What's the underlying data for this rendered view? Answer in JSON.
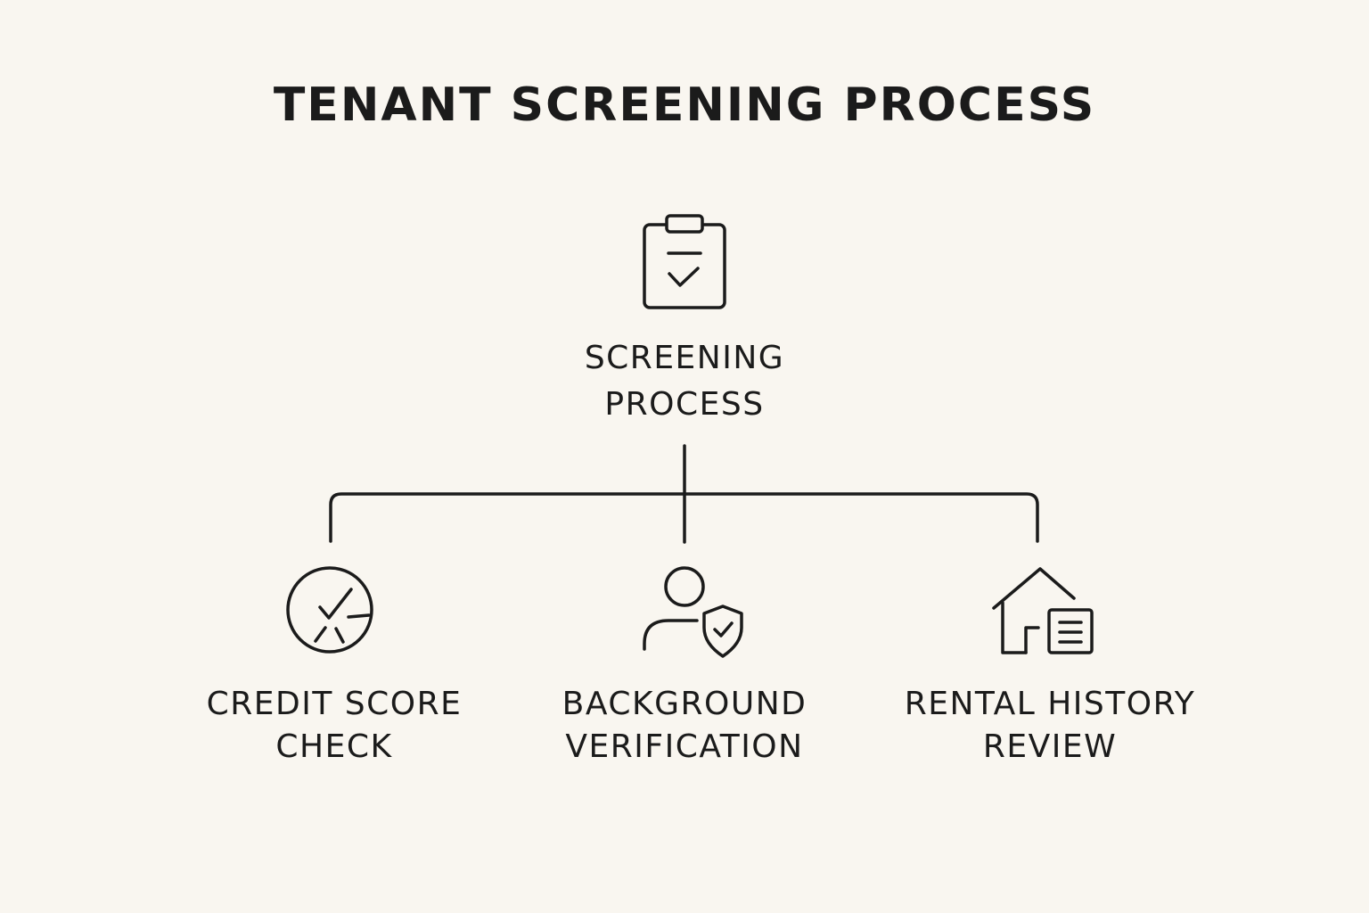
{
  "title": "TENANT SCREENING PROCESS",
  "root": {
    "icon": "clipboard-check-icon",
    "label_lines": [
      "SCREENING",
      "PROCESS"
    ]
  },
  "children": [
    {
      "icon": "credit-gauge-check-icon",
      "label_lines": [
        "CREDIT SCORE",
        "CHECK"
      ]
    },
    {
      "icon": "person-shield-icon",
      "label_lines": [
        "BACKGROUND",
        "VERIFICATION"
      ]
    },
    {
      "icon": "house-document-icon",
      "label_lines": [
        "RENTAL HISTORY",
        "REVIEW"
      ]
    }
  ],
  "colors": {
    "background": "#f9f6f0",
    "ink": "#1b1b1b"
  }
}
